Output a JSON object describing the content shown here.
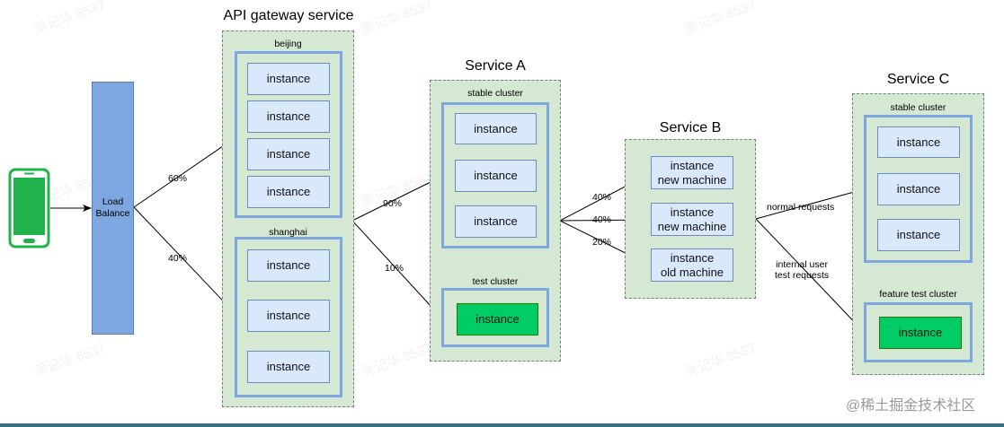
{
  "device_icon": "mobile-phone-icon",
  "load_balancer": {
    "label_line1": "Load",
    "label_line2": "Balance"
  },
  "edges": {
    "lb_to_beijing": "60%",
    "lb_to_shanghai": "40%",
    "gw_to_stable": "90%",
    "gw_to_test": "10%",
    "a_to_b1": "40%",
    "a_to_b2": "40%",
    "a_to_b3": "20%",
    "b_normal": "normal requests",
    "b_internal_line1": "internal user",
    "b_internal_line2": "test requests"
  },
  "api_gateway": {
    "title": "API gateway service",
    "beijing": {
      "label": "beijing",
      "instances": [
        "instance",
        "instance",
        "instance",
        "instance"
      ]
    },
    "shanghai": {
      "label": "shanghai",
      "instances": [
        "instance",
        "instance",
        "instance"
      ]
    }
  },
  "service_a": {
    "title": "Service A",
    "stable": {
      "label": "stable cluster",
      "instances": [
        "instance",
        "instance",
        "instance"
      ]
    },
    "test": {
      "label": "test cluster",
      "instances": [
        "instance"
      ]
    }
  },
  "service_b": {
    "title": "Service B",
    "instances": [
      {
        "line1": "instance",
        "line2": "new machine"
      },
      {
        "line1": "instance",
        "line2": "new machine"
      },
      {
        "line1": "instance",
        "line2": "old machine"
      }
    ]
  },
  "service_c": {
    "title": "Service C",
    "stable": {
      "label": "stable cluster",
      "instances": [
        "instance",
        "instance",
        "instance"
      ]
    },
    "feature": {
      "label": "feature test cluster",
      "instances": [
        "instance"
      ]
    }
  },
  "watermark": "吴记华 8537",
  "credit": "@稀土掘金技术社区",
  "colors": {
    "service_fill": "#d5e8d4",
    "cluster_border": "#7ea6e0",
    "instance_fill": "#dae8fc",
    "green_instance": "#00cc66",
    "load_balancer": "#7ea6e0",
    "phone": "#21b24b"
  }
}
